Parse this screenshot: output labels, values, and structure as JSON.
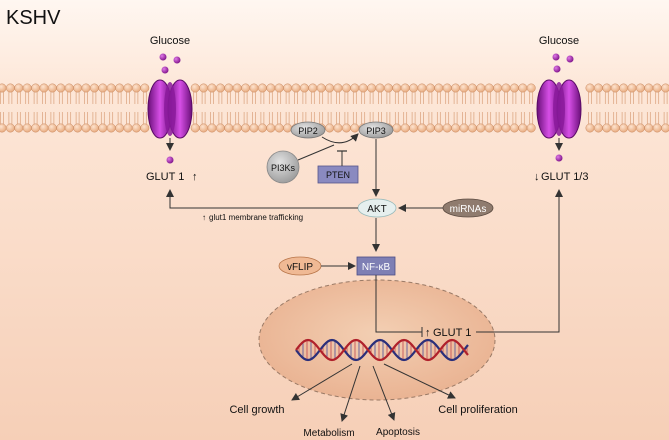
{
  "title": "KSHV",
  "labels": {
    "glucose_left": "Glucose",
    "glucose_right": "Glucose",
    "glut1_left": "GLUT 1",
    "glut13_right": "GLUT 1/3",
    "pip2": "PIP2",
    "pip3": "PIP3",
    "pi3ks": "PI3Ks",
    "pten": "PTEN",
    "akt": "AKT",
    "mirnas": "miRNAs",
    "glut1_trafficking": "glut1 membrane trafficking",
    "vflip": "vFLIP",
    "nfkb": "NF-κB",
    "glut1_nucleus": "GLUT 1",
    "cell_growth": "Cell growth",
    "metabolism": "Metabolism",
    "apoptosis": "Apoptosis",
    "cell_proliferation": "Cell proliferation"
  },
  "colors": {
    "background_top": "#fde7d8",
    "background_bottom": "#f8d6c1",
    "membrane_bead": "#f5c9a8",
    "transporter": "#a21caf",
    "glucose_dot": "#a21caf",
    "nucleus": "#efc2a3",
    "dna_strand_a": "#2b2f7a",
    "dna_strand_b": "#b0212b"
  }
}
